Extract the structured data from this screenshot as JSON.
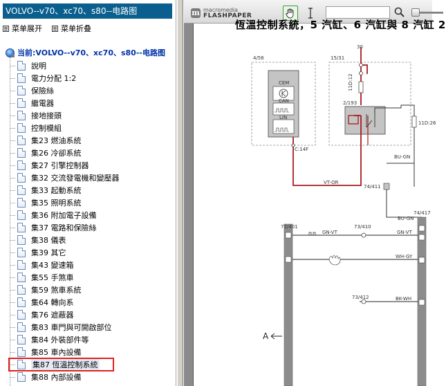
{
  "left_panel": {
    "title": "VOLVO--v70、xc70、s80--电路图",
    "expand_label": "菜单展开",
    "collapse_label": "菜单折叠",
    "root_label": "当前:VOLVO--v70、xc70、s80--电路图",
    "items": [
      {
        "label": "說明"
      },
      {
        "label": "電力分配 1:2"
      },
      {
        "label": "保險絲"
      },
      {
        "label": "繼電器"
      },
      {
        "label": "接地接頭"
      },
      {
        "label": "控制模組"
      },
      {
        "label": "集23 燃油系統"
      },
      {
        "label": "集26 冷卻系統"
      },
      {
        "label": "集27 引擎控制器"
      },
      {
        "label": "集32 交流發電機和變壓器"
      },
      {
        "label": "集33 起動系統"
      },
      {
        "label": "集35 照明系統"
      },
      {
        "label": "集36 附加電子設備"
      },
      {
        "label": "集37 電路和保險絲"
      },
      {
        "label": "集38 儀表"
      },
      {
        "label": "集39 其它"
      },
      {
        "label": "集43 變速箱"
      },
      {
        "label": "集55 手煞車"
      },
      {
        "label": "集59 煞車系統"
      },
      {
        "label": "集64 轉向系"
      },
      {
        "label": "集76 遮蔽器"
      },
      {
        "label": "集83 車門與可開啟部位"
      },
      {
        "label": "集84 外裝部件等"
      },
      {
        "label": "集85 車內設備"
      },
      {
        "label": "集87 恆溫控制系統",
        "selected": true
      },
      {
        "label": "集88 內部設備"
      }
    ],
    "highlight_color": "#e0201b"
  },
  "viewer": {
    "brand_top": "macromedia",
    "brand_main": "FLASHPAPER",
    "search_value": "",
    "page_title": "恆溫控制系統，5 汽缸、6 汽缸與 8 汽缸 2",
    "diagram_labels": {
      "left_box": "4/56",
      "right_box": "15/31",
      "cem": "CEM",
      "can": "CAN",
      "lin": "LIN",
      "terminal_30": "30",
      "relay_ref": "2/193",
      "fuse_11d12": "11D:12",
      "fuse_11d26": "11D:26",
      "conn_c14f": "C:14F",
      "wire_vt_or": "VT-OR",
      "wire_bu_gn": "BU-GN",
      "node_74_411": "74/411",
      "node_74_417": "74/417",
      "wire_bu_gn_2": "BU-GN",
      "node_72_401": "72/401",
      "node_73_410": "73/410",
      "wire_gn_vt": "GN-VT",
      "wire_gn_vt_2": "GN-VT",
      "wire_wh_gy": "WH-GY",
      "node_73_412": "73/412",
      "wire_bk_wh": "BK-WH",
      "arrow_label": "A"
    },
    "colors": {
      "wire_red": "#a8191f",
      "rail_gray": "#8c8c8c"
    }
  }
}
